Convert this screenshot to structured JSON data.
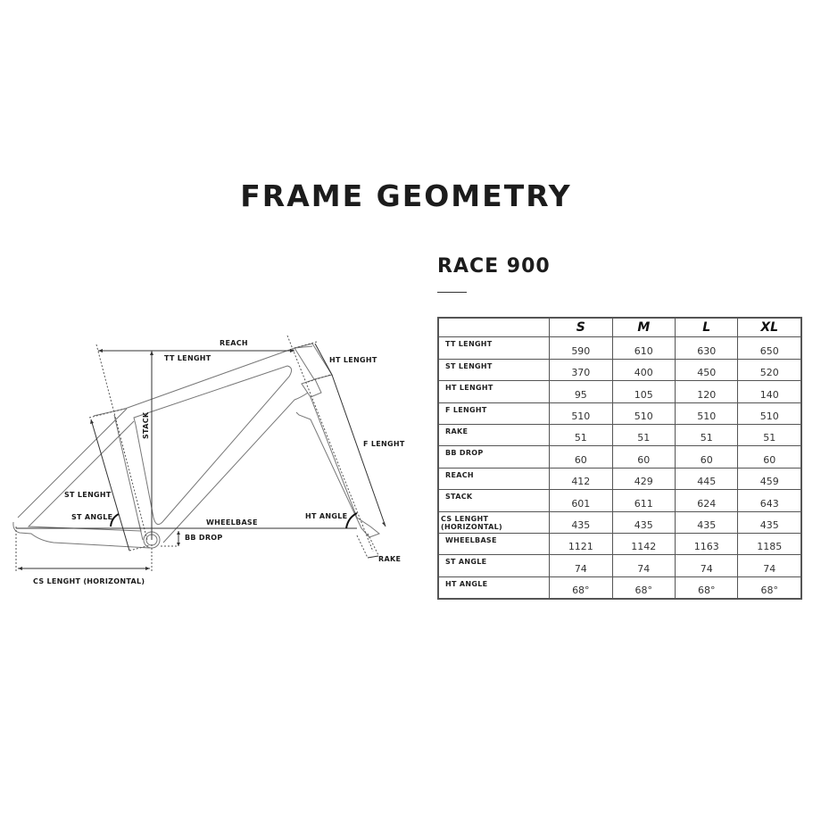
{
  "page": {
    "title": "FRAME GEOMETRY",
    "model": "RACE 900"
  },
  "diagram": {
    "labels": {
      "reach": "REACH",
      "tt_length": "TT LENGHT",
      "ht_length": "HT LENGHT",
      "stack": "STACK",
      "f_length": "F LENGHT",
      "st_length": "ST LENGHT",
      "st_angle": "ST ANGLE",
      "wheelbase": "WHEELBASE",
      "ht_angle": "HT ANGLE",
      "bb_drop": "BB DROP",
      "rake": "RAKE",
      "cs_length": "CS LENGHT (HORIZONTAL)"
    },
    "colors": {
      "line": "#666666",
      "dim": "#333333",
      "text": "#1a1a1a"
    }
  },
  "table": {
    "sizes": [
      "S",
      "M",
      "L",
      "XL"
    ],
    "rows": [
      {
        "label": "TT LENGHT",
        "values": [
          "590",
          "610",
          "630",
          "650"
        ]
      },
      {
        "label": "ST LENGHT",
        "values": [
          "370",
          "400",
          "450",
          "520"
        ]
      },
      {
        "label": "HT LENGHT",
        "values": [
          "95",
          "105",
          "120",
          "140"
        ]
      },
      {
        "label": "F LENGHT",
        "values": [
          "510",
          "510",
          "510",
          "510"
        ]
      },
      {
        "label": "RAKE",
        "values": [
          "51",
          "51",
          "51",
          "51"
        ]
      },
      {
        "label": "BB DROP",
        "values": [
          "60",
          "60",
          "60",
          "60"
        ]
      },
      {
        "label": "REACH",
        "values": [
          "412",
          "429",
          "445",
          "459"
        ]
      },
      {
        "label": "STACK",
        "values": [
          "601",
          "611",
          "624",
          "643"
        ]
      },
      {
        "label": "CS LENGHT (HORIZONTAL)",
        "values": [
          "435",
          "435",
          "435",
          "435"
        ]
      },
      {
        "label": "WHEELBASE",
        "values": [
          "1121",
          "1142",
          "1163",
          "1185"
        ]
      },
      {
        "label": "ST ANGLE",
        "values": [
          "74",
          "74",
          "74",
          "74"
        ]
      },
      {
        "label": "HT ANGLE",
        "values": [
          "68°",
          "68°",
          "68°",
          "68°"
        ]
      }
    ]
  }
}
